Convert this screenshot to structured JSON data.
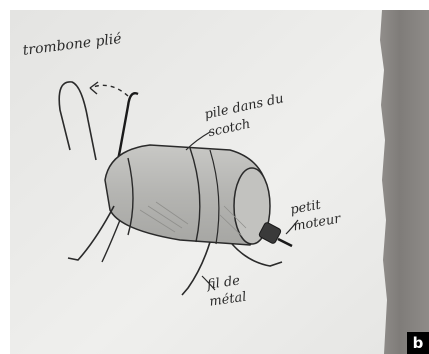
{
  "annotations": {
    "paperclip_label": "trombone plié",
    "battery_label": "pile dans du scotch",
    "motor_label": "petit moteur",
    "wire_label": "fil de métal"
  },
  "panel": {
    "letter": "b"
  },
  "colors": {
    "paper": "#ececea",
    "wood": "#8a8784",
    "ink": "#2a2a2a",
    "pencil_shade": "#b9b9b6"
  }
}
